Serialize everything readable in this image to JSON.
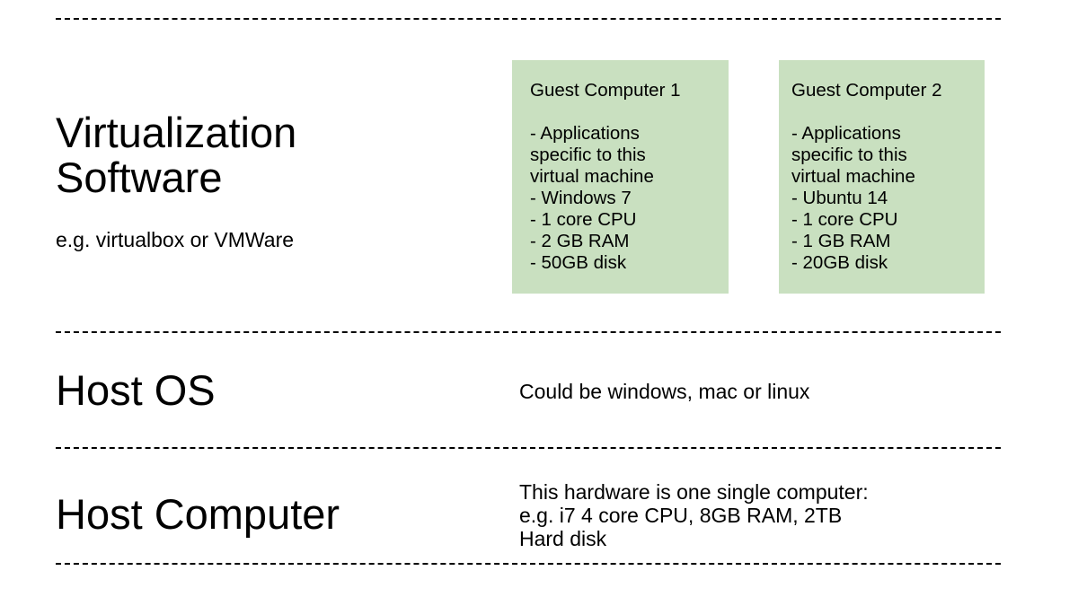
{
  "layers": {
    "virtualization": {
      "title_lines": [
        "Virtualization",
        "Software"
      ],
      "subtitle": "e.g. virtualbox or VMWare",
      "guests": [
        {
          "title": "Guest Computer 1",
          "lines": [
            "- Applications",
            "specific to this",
            "virtual machine",
            "- Windows 7",
            "- 1 core CPU",
            "- 2 GB RAM",
            "- 50GB disk"
          ]
        },
        {
          "title": "Guest Computer 2",
          "lines": [
            "- Applications",
            "specific to this",
            "virtual machine",
            "- Ubuntu 14",
            "- 1 core CPU",
            "- 1 GB RAM",
            "- 20GB disk"
          ]
        }
      ]
    },
    "host_os": {
      "title": "Host OS",
      "description": "Could be windows, mac or linux"
    },
    "host_computer": {
      "title": "Host Computer",
      "description_lines": [
        "This hardware is one single computer:",
        "e.g. i7 4 core CPU, 8GB RAM, 2TB",
        "Hard disk"
      ]
    }
  },
  "colors": {
    "guest_box_fill": "#c9e0c0",
    "divider": "#000000",
    "text": "#000000"
  }
}
